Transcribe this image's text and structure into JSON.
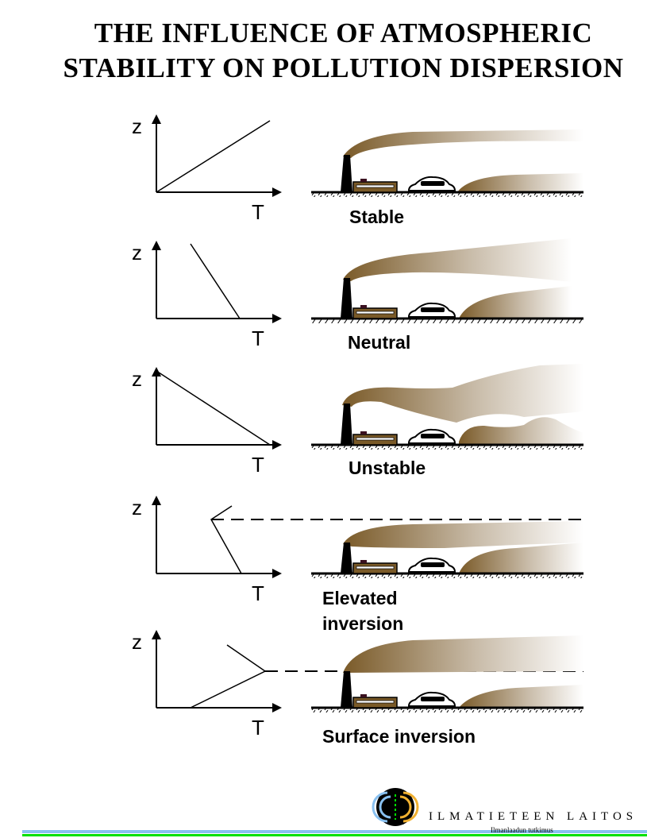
{
  "title": {
    "line1": "THE INFLUENCE OF ATMOSPHERIC",
    "line2": "STABILITY ON POLLUTION DISPERSION"
  },
  "axis": {
    "z": "z",
    "t": "T"
  },
  "panels": [
    {
      "id": "stable",
      "label": "Stable"
    },
    {
      "id": "neutral",
      "label": "Neutral"
    },
    {
      "id": "unstable",
      "label": "Unstable"
    },
    {
      "id": "elevated",
      "label_line1": "Elevated",
      "label_line2": "inversion"
    },
    {
      "id": "surface",
      "label": "Surface inversion"
    }
  ],
  "footer": {
    "organization": "ILMATIETEEN LAITOS",
    "subtitle": "Ilmanlaadun tutkimus"
  },
  "colors": {
    "plume": "#7a5a28",
    "building": "#7a5a28",
    "blue_bar": "#88c0f0",
    "green_bar": "#00e000"
  }
}
